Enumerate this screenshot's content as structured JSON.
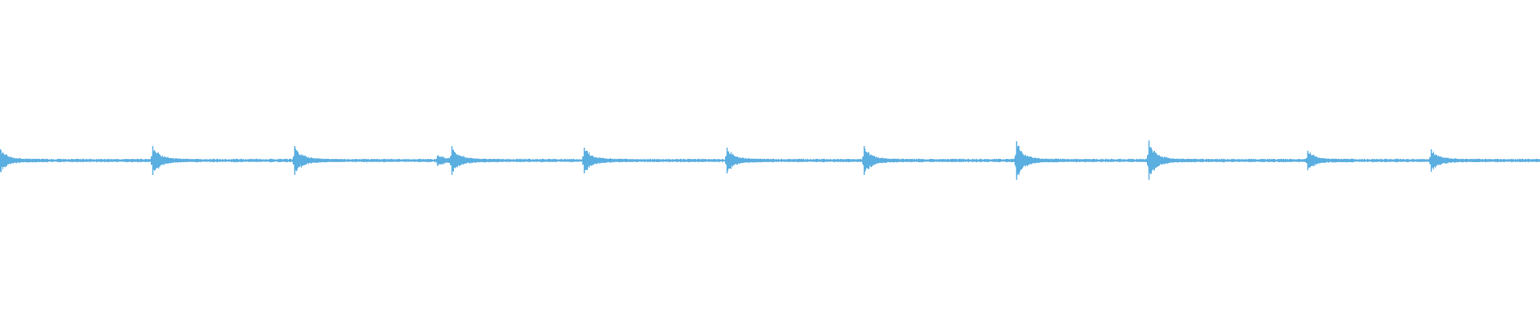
{
  "waveform": {
    "color": "#5aaee0",
    "background": "#ffffff",
    "channels": 1,
    "baseline_amplitude": 0.012,
    "transients": [
      {
        "position": 0.0,
        "amplitude": 0.07
      },
      {
        "position": 0.099,
        "amplitude": 0.09
      },
      {
        "position": 0.191,
        "amplitude": 0.09
      },
      {
        "position": 0.284,
        "amplitude": 0.03
      },
      {
        "position": 0.293,
        "amplitude": 0.09
      },
      {
        "position": 0.379,
        "amplitude": 0.08
      },
      {
        "position": 0.472,
        "amplitude": 0.08
      },
      {
        "position": 0.561,
        "amplitude": 0.09
      },
      {
        "position": 0.66,
        "amplitude": 0.12
      },
      {
        "position": 0.746,
        "amplitude": 0.12
      },
      {
        "position": 0.849,
        "amplitude": 0.06
      },
      {
        "position": 0.929,
        "amplitude": 0.07
      }
    ]
  }
}
